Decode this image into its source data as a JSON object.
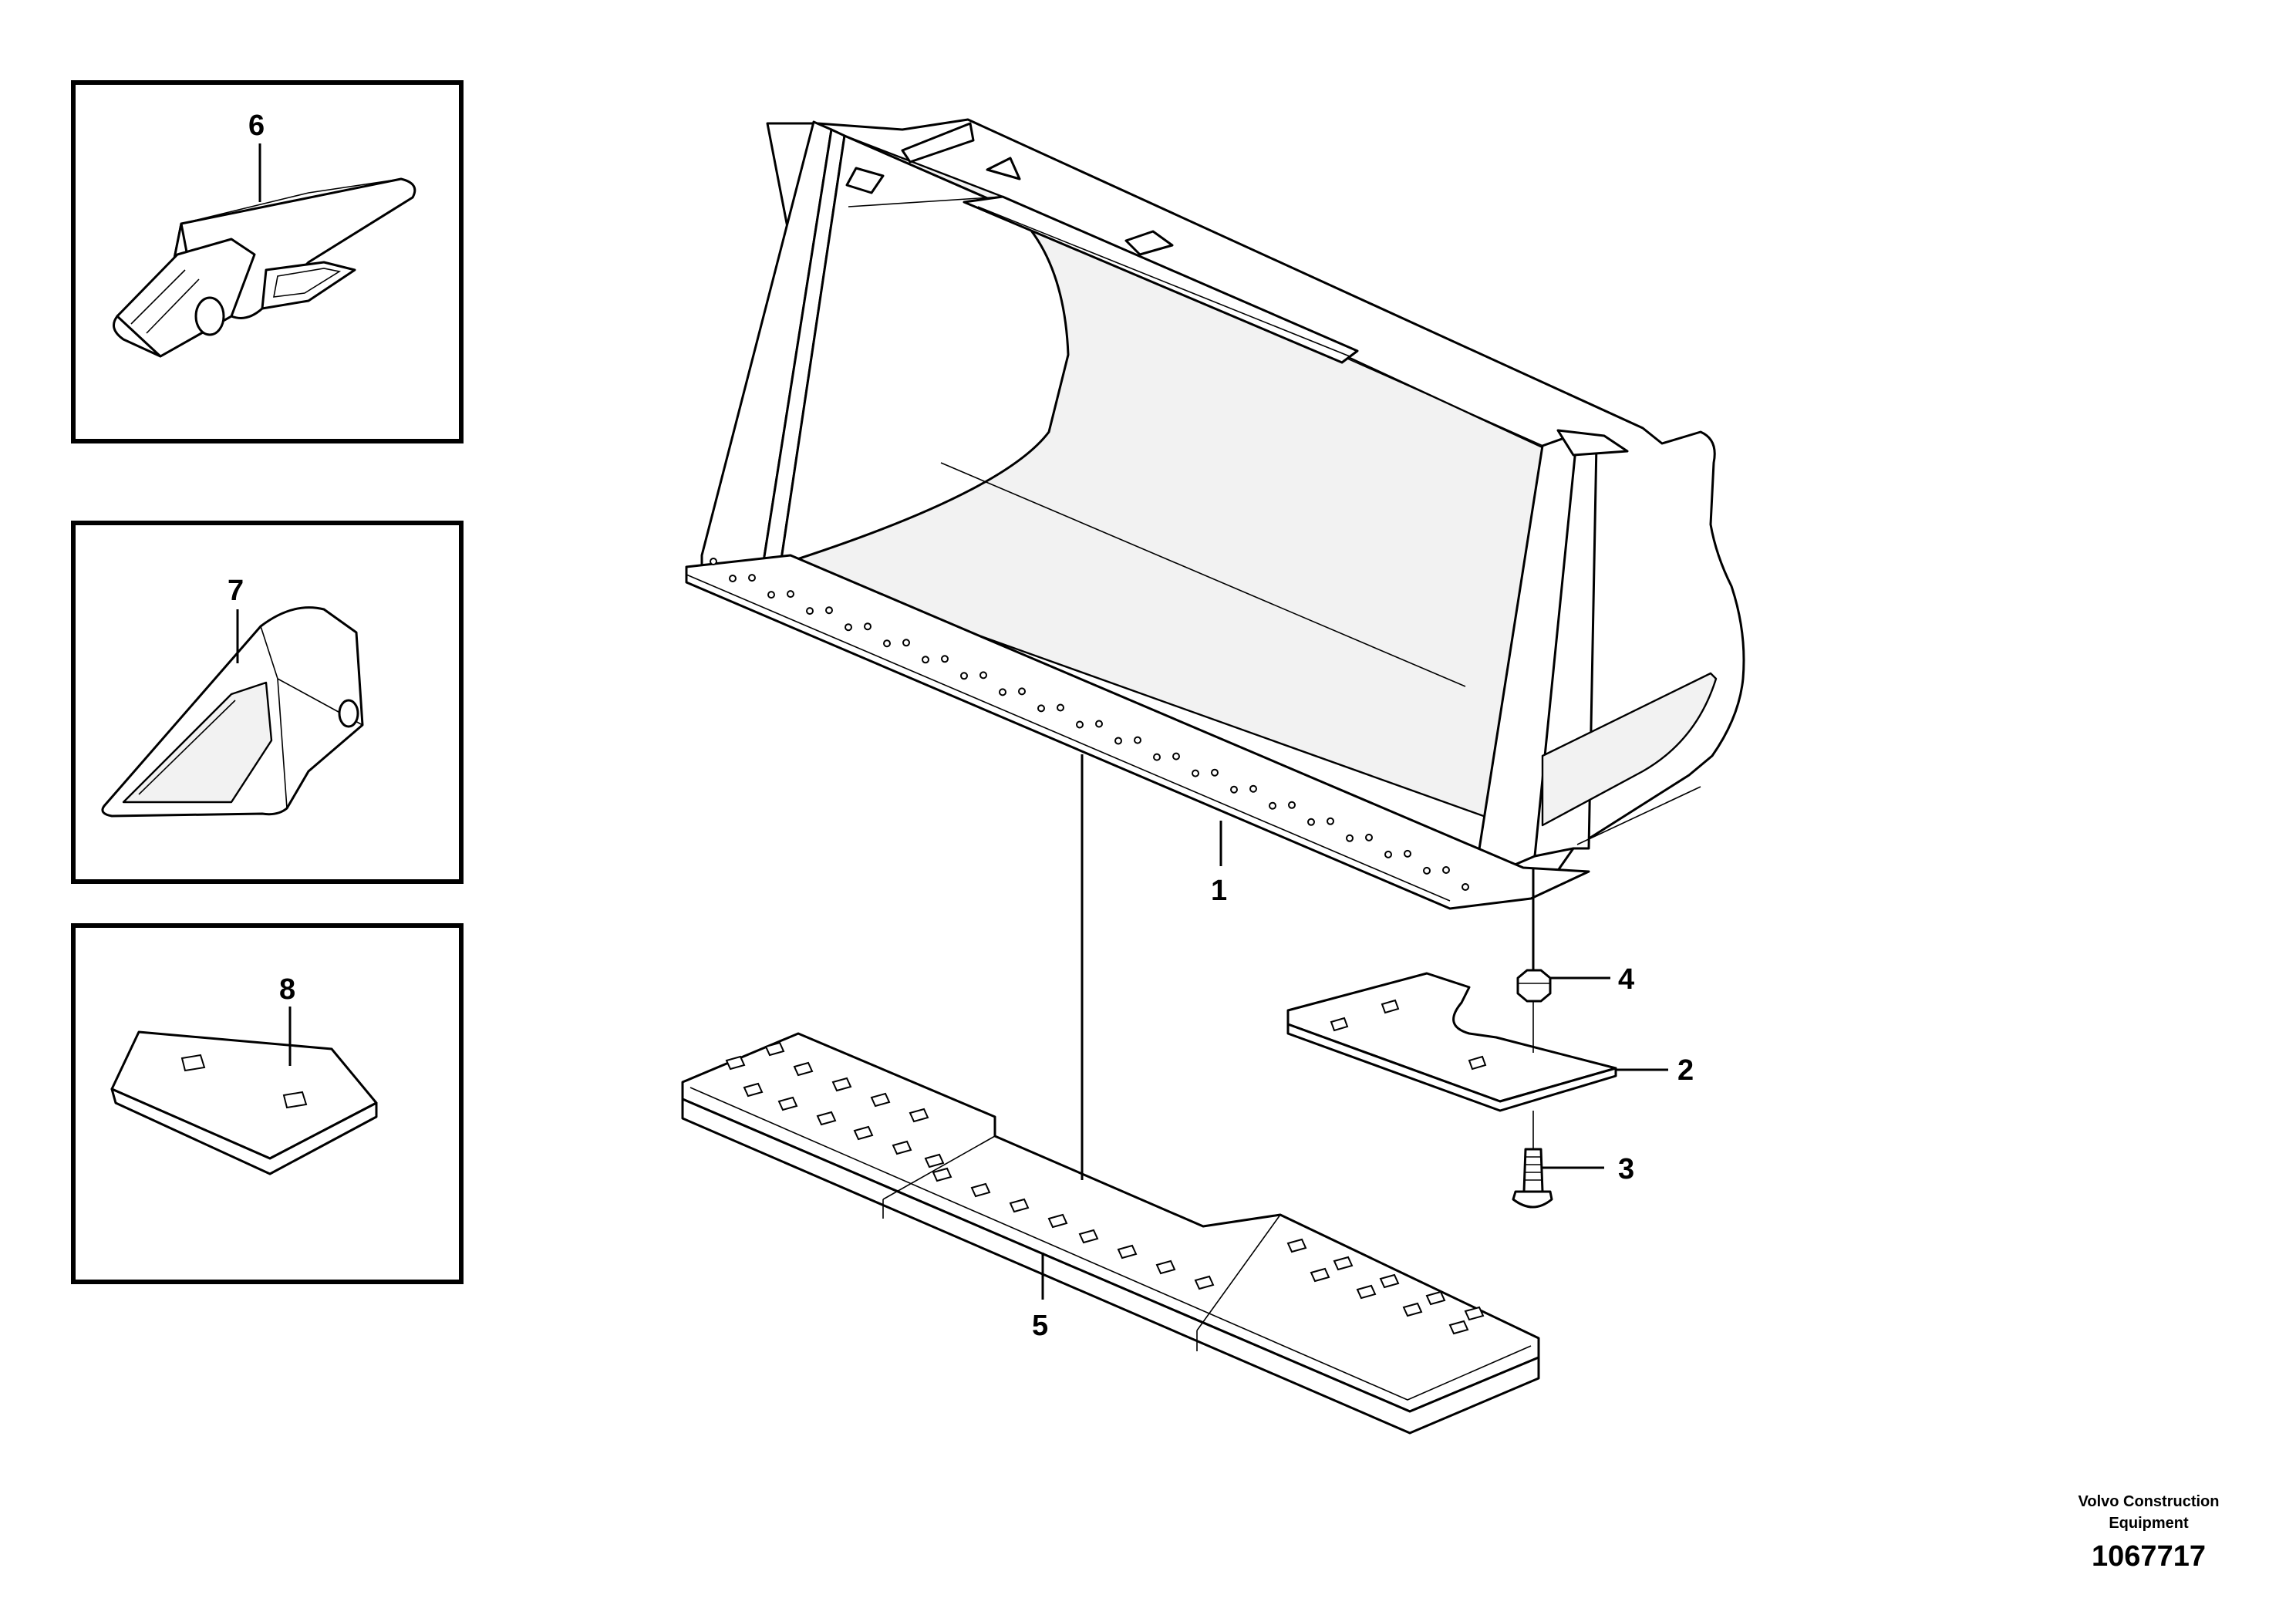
{
  "diagram": {
    "callouts": {
      "c1": "1",
      "c2": "2",
      "c3": "3",
      "c4": "4",
      "c5": "5",
      "c6": "6",
      "c7": "7",
      "c8": "8"
    },
    "brand_line1": "Volvo Construction",
    "brand_line2": "Equipment",
    "document_number": "1067717"
  }
}
